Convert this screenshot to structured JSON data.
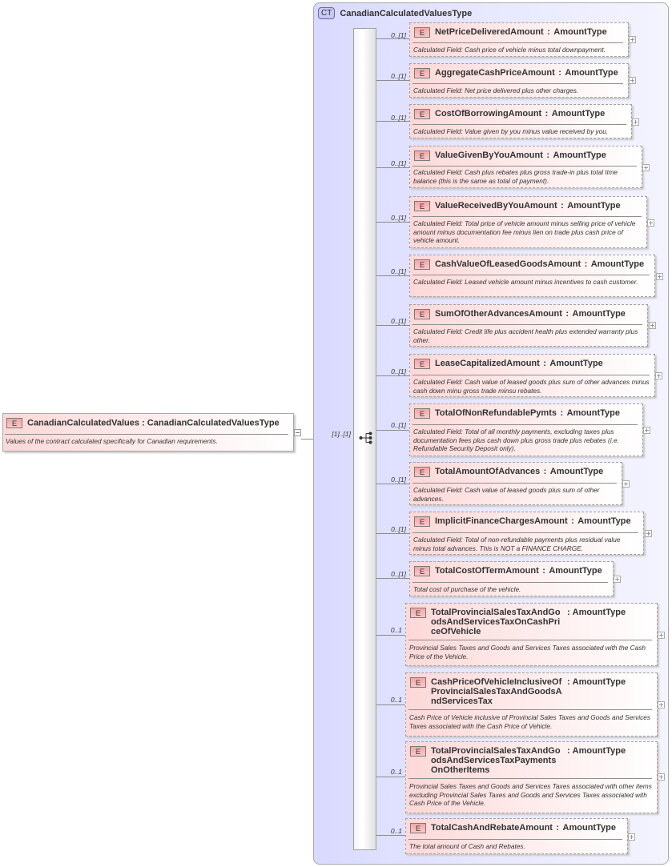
{
  "root": {
    "badge": "E",
    "name": "CanadianCalculatedValues",
    "separator": ":",
    "type": "CanadianCalculatedValuesType",
    "doc": "Values of the contract calculated specifically for Canadian requirements.",
    "multiplicity": "[1]..[1]"
  },
  "complex_type": {
    "badge": "CT",
    "name": "CanadianCalculatedValuesType"
  },
  "children": [
    {
      "mult": "0..[1]",
      "name": "NetPriceDeliveredAmount",
      "type": "AmountType",
      "doc": "Calculated Field: Cash price of vehicle minus total downpayment."
    },
    {
      "mult": "0..[1]",
      "name": "AggregateCashPriceAmount",
      "type": "AmountType",
      "doc": "Calculated Field: Net price delivered plus other charges."
    },
    {
      "mult": "0..[1]",
      "name": "CostOfBorrowingAmount",
      "type": "AmountType",
      "doc": "Calculated Field: Value given by you minus value received by you."
    },
    {
      "mult": "0..[1]",
      "name": "ValueGivenByYouAmount",
      "type": "AmountType",
      "doc": "Calculated Field: Cash plus rebates plus gross trade-in plus total time balance (this is the same as total of payment)."
    },
    {
      "mult": "0..[1]",
      "name": "ValueReceivedByYouAmount",
      "type": "AmountType",
      "doc": "Calculated Field: Total price of vehicle amount minus selling price of vehicle amount minus documentation fee minus lien on trade plus cash price of vehicle amount."
    },
    {
      "mult": "0..[1]",
      "name": "CashValueOfLeasedGoodsAmount",
      "type": "AmountType",
      "doc": "Calculated Field: Leased vehicle amount minus incentives to cash customer."
    },
    {
      "mult": "0..[1]",
      "name": "SumOfOtherAdvancesAmount",
      "type": "AmountType",
      "doc": "Calculated Field: Credit life plus accident health plus extended warranty plus other."
    },
    {
      "mult": "0..[1]",
      "name": "LeaseCapitalizedAmount",
      "type": "AmountType",
      "doc": "Calculated Field: Cash value of leased goods plus sum of other advances minus cash down minu gross trade minsu rebates."
    },
    {
      "mult": "0..[1]",
      "name": "TotalOfNonRefundablePymts",
      "type": "AmountType",
      "doc": "Calculated Field: Total of all monthly payments, excluding taxes plus documentation fees plus cash down plus gross trade plus rebates (i.e. Refundable Security Deposit only)."
    },
    {
      "mult": "0..[1]",
      "name": "TotalAmountOfAdvances",
      "type": "AmountType",
      "doc": "Calculated Field: Cash value of leased goods plus sum of other advances."
    },
    {
      "mult": "0..[1]",
      "name": "ImplicitFinanceChargesAmount",
      "type": "AmountType",
      "doc": "Calculated Field: Total of non-refundable payments plus residual value minus total advances. This is NOT a FINANCE CHARGE."
    },
    {
      "mult": "0..[1]",
      "name": "TotalCostOfTermAmount",
      "type": "AmountType",
      "doc": "Total cost of purchase of the vehicle."
    },
    {
      "mult": "0..1",
      "name": "TotalProvincialSalesTaxAndGoodsAndServicesTaxOnCashPriceOfVehicle",
      "type": "AmountType",
      "doc": "Provincial Sales Taxes and Goods and Services Taxes associated with the Cash Price of the Vehicle."
    },
    {
      "mult": "0..1",
      "name": "CashPriceOfVehicleInclusiveOfProvincialSalesTaxAndGoodsAndServicesTax",
      "type": "AmountType",
      "doc": "Cash Price of Vehicle inclusive of Provincial Sales Taxes and Goods and Services Taxes associated with the Cash Price of Vehicle."
    },
    {
      "mult": "0..1",
      "name": "TotalProvincialSalesTaxAndGoodsAndServicesTaxPaymentsOnOtherItems",
      "type": "AmountType",
      "doc": "Provincial Sales Taxes and Goods and Services Taxes associated with other items excluding Provincial Sales Taxes and Goods and Services Taxes associated with Cash Price of the Vehicle."
    },
    {
      "mult": "0..1",
      "name": "TotalCashAndRebateAmount",
      "type": "AmountType",
      "doc": "The total amount of Cash and Rebates."
    }
  ],
  "element_badge": "E",
  "type_separator": ":"
}
